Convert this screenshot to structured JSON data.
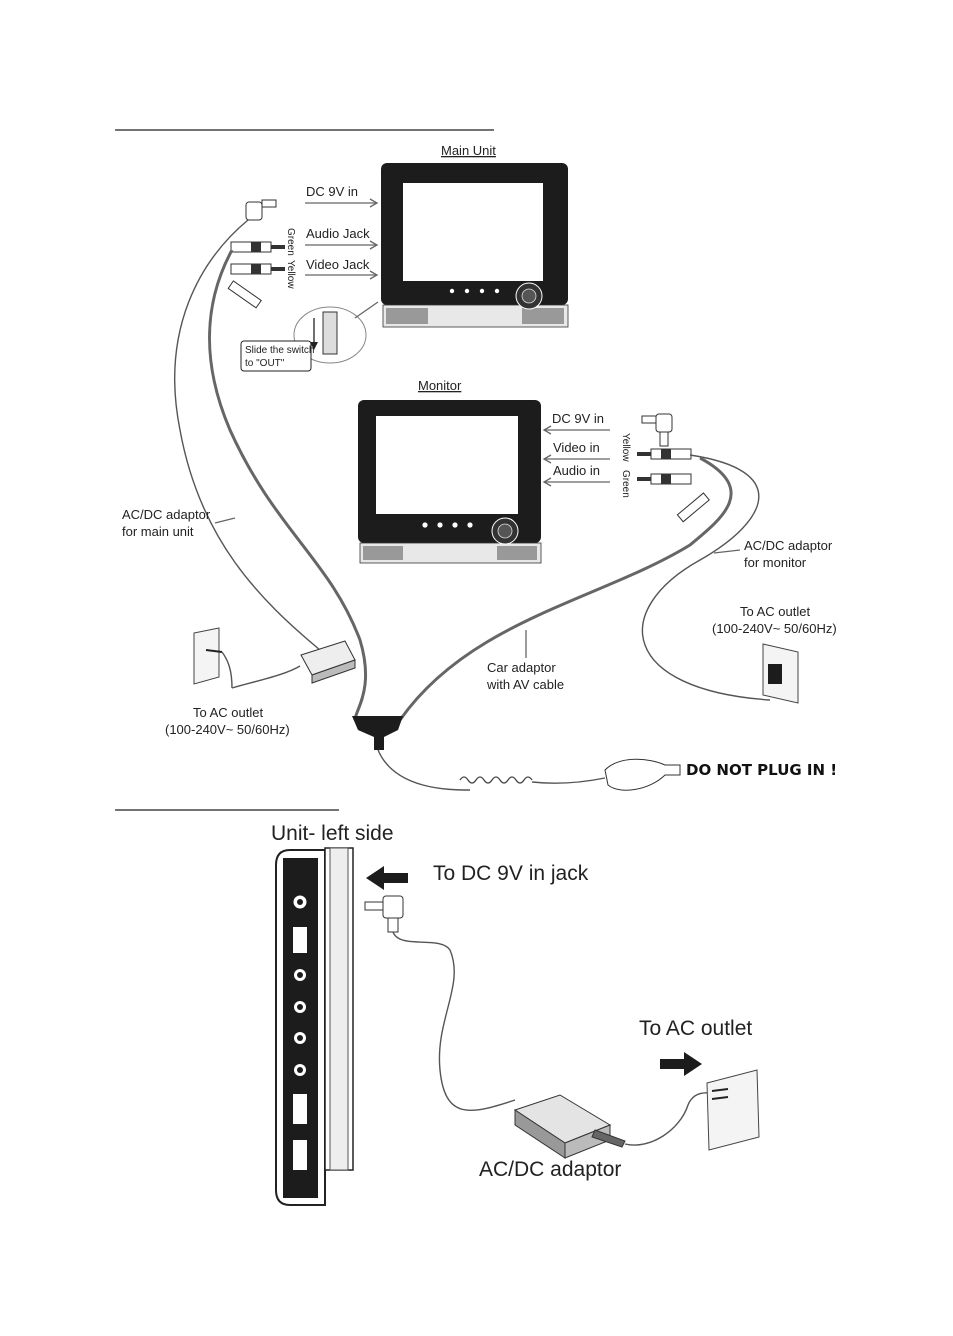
{
  "section1": {
    "main_unit": {
      "title": "Main Unit",
      "dc_in": "DC 9V in",
      "audio_jack": "Audio Jack",
      "video_jack": "Video Jack",
      "green": "Green",
      "yellow": "Yellow",
      "switch_note_line1": "Slide the switch",
      "switch_note_line2": "to  \"OUT\""
    },
    "monitor": {
      "title": "Monitor",
      "dc_in": "DC 9V in",
      "video_in": "Video in",
      "audio_in": "Audio in",
      "yellow": "Yellow",
      "green": "Green"
    },
    "adaptor_main_line1": "AC/DC adaptor",
    "adaptor_main_line2": "for main unit",
    "adaptor_monitor_line1": "AC/DC adaptor",
    "adaptor_monitor_line2": "for monitor",
    "outlet_left_line1": "To AC outlet",
    "outlet_left_line2": "(100-240V~ 50/60Hz)",
    "outlet_right_line1": "To AC outlet",
    "outlet_right_line2": "(100-240V~ 50/60Hz)",
    "car_adaptor_line1": "Car adaptor",
    "car_adaptor_line2": "with AV cable",
    "warning": "DO NOT PLUG IN !"
  },
  "section2": {
    "unit_side": "Unit- left side",
    "to_dc_jack": "To DC 9V in jack",
    "to_ac_outlet": "To AC outlet",
    "adaptor": "AC/DC adaptor"
  },
  "colors": {
    "ink": "#222222",
    "device": "#1c1c1c",
    "screen": "#ffffff"
  }
}
